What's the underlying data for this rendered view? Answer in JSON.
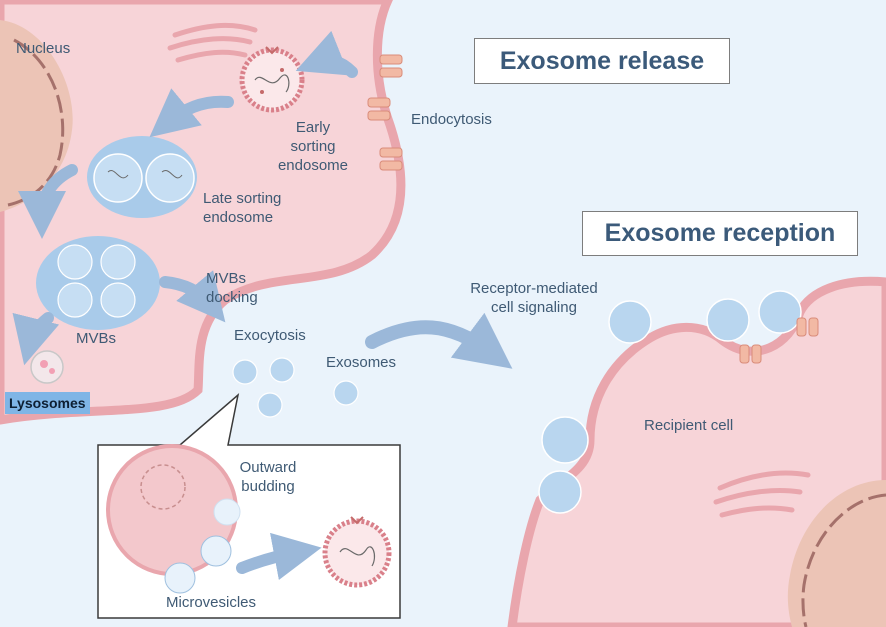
{
  "titles": {
    "release": "Exosome release",
    "reception": "Exosome reception"
  },
  "labels": {
    "nucleus": "Nucleus",
    "early_sorting_endosome": "Early\nsorting\nendosome",
    "endocytosis": "Endocytosis",
    "late_sorting_endosome": "Late sorting\nendosome",
    "mvbs_docking": "MVBs\ndocking",
    "mvbs": "MVBs",
    "exocytosis": "Exocytosis",
    "exosomes": "Exosomes",
    "lysosomes": "Lysosomes",
    "receptor_signaling": "Receptor-mediated\ncell signaling",
    "recipient_cell": "Recipient cell",
    "outward_budding": "Outward\nbudding",
    "microvesicles": "Microvesicles"
  },
  "colors": {
    "background": "#eaf3fb",
    "cell_fill": "#f7d4d8",
    "membrane": "#e9a6ad",
    "mvb_fill": "#a9cbea",
    "vesicle_fill": "#b9d6ef",
    "arrow": "#9bb8d9",
    "text": "#3f5a74",
    "badge": "#7fb5e6"
  }
}
